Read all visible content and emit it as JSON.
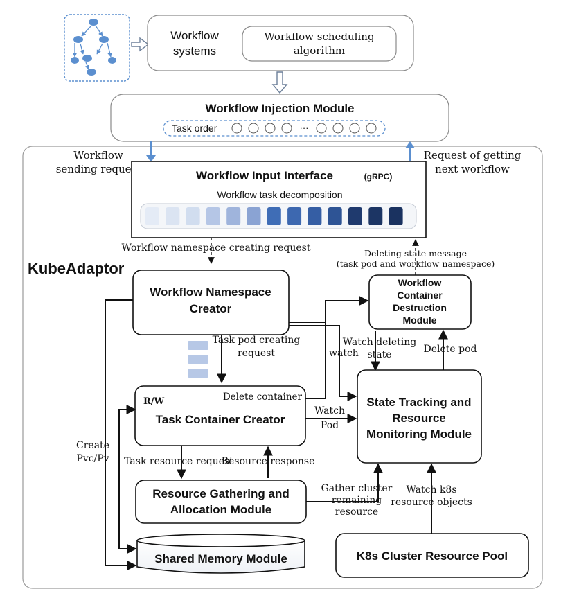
{
  "workflow_systems": {
    "title_line1": "Workflow",
    "title_line2": "systems",
    "algorithm_line1": "Workflow scheduling",
    "algorithm_line2": "algorithm"
  },
  "injection": {
    "title": "Workflow Injection Module",
    "task_order": "Task order",
    "ellipsis": "···"
  },
  "flows": {
    "sending_line1": "Workflow",
    "sending_line2": "sending request",
    "next_line1": "Request of getting",
    "next_line2": "next workflow"
  },
  "input_interface": {
    "title": "Workflow Input Interface",
    "grpc": "(gRPC)",
    "decomposition": "Workflow task decomposition"
  },
  "labels": {
    "ns_request": "Workflow namespace creating request",
    "deleting_line1": "Deleting state message",
    "deleting_line2": "(task pod and workflow namespace)",
    "task_pod_line1": "Task pod creating",
    "task_pod_line2": "request",
    "watch": "watch",
    "watch_deleting_line1": "Watch deleting",
    "watch_deleting_line2": "state",
    "delete_pod": "Delete pod",
    "delete_container": "Delete container",
    "rw": "R/W",
    "watch_pod_line1": "Watch",
    "watch_pod_line2": "Pod",
    "create_line1": "Create",
    "create_line2": "Pvc/Pv",
    "task_resource_request": "Task resource request",
    "resource_response": "Resource response",
    "gather_line1": "Gather cluster",
    "gather_line2": "remaining",
    "gather_line3": "resource",
    "watch_k8s_line1": "Watch k8s",
    "watch_k8s_line2": "resource objects"
  },
  "kubeadaptor": "KubeAdaptor",
  "modules": {
    "namespace_line1": "Workflow Namespace",
    "namespace_line2": "Creator",
    "destruction_line1": "Workflow",
    "destruction_line2": "Container",
    "destruction_line3": "Destruction",
    "destruction_line4": "Module",
    "task_creator": "Task Container Creator",
    "tracking_line1": "State Tracking and",
    "tracking_line2": "Resource",
    "tracking_line3": "Monitoring Module",
    "gathering_line1": "Resource Gathering and",
    "gathering_line2": "Allocation Module",
    "shared_memory": "Shared Memory Module",
    "k8s_pool": "K8s Cluster Resource Pool"
  },
  "colors": {
    "arrow_blue": "#5b8fcf",
    "task_dark": "#1f3a6e",
    "task_light": "#dde6f3"
  }
}
